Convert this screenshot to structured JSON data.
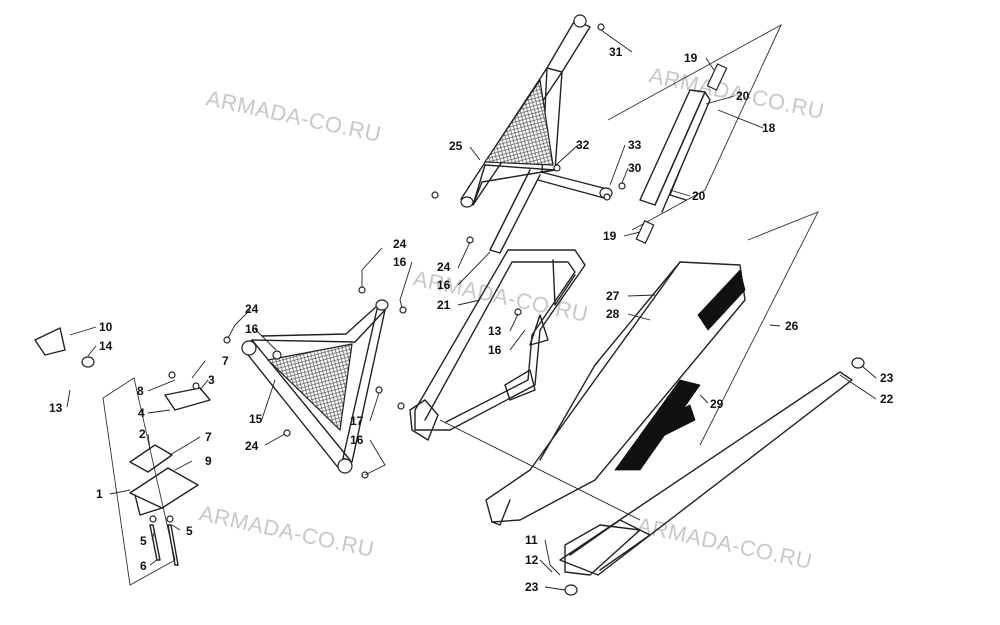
{
  "watermark": "ARMADA-CO.RU",
  "labels": [
    {
      "id": "1",
      "text": "1"
    },
    {
      "id": "2",
      "text": "2"
    },
    {
      "id": "3",
      "text": "3"
    },
    {
      "id": "4",
      "text": "4"
    },
    {
      "id": "5a",
      "text": "5"
    },
    {
      "id": "5b",
      "text": "5"
    },
    {
      "id": "6",
      "text": "6"
    },
    {
      "id": "7a",
      "text": "7"
    },
    {
      "id": "7b",
      "text": "7"
    },
    {
      "id": "8",
      "text": "8"
    },
    {
      "id": "9",
      "text": "9"
    },
    {
      "id": "10",
      "text": "10"
    },
    {
      "id": "11",
      "text": "11"
    },
    {
      "id": "12",
      "text": "12"
    },
    {
      "id": "13a",
      "text": "13"
    },
    {
      "id": "13b",
      "text": "13"
    },
    {
      "id": "14",
      "text": "14"
    },
    {
      "id": "15",
      "text": "15"
    },
    {
      "id": "16a",
      "text": "16"
    },
    {
      "id": "16b",
      "text": "16"
    },
    {
      "id": "16c",
      "text": "16"
    },
    {
      "id": "16d",
      "text": "16"
    },
    {
      "id": "16e",
      "text": "16"
    },
    {
      "id": "17",
      "text": "17"
    },
    {
      "id": "18",
      "text": "18"
    },
    {
      "id": "19a",
      "text": "19"
    },
    {
      "id": "19b",
      "text": "19"
    },
    {
      "id": "20a",
      "text": "20"
    },
    {
      "id": "20b",
      "text": "20"
    },
    {
      "id": "21",
      "text": "21"
    },
    {
      "id": "22",
      "text": "22"
    },
    {
      "id": "23a",
      "text": "23"
    },
    {
      "id": "23b",
      "text": "23"
    },
    {
      "id": "24a",
      "text": "24"
    },
    {
      "id": "24b",
      "text": "24"
    },
    {
      "id": "24c",
      "text": "24"
    },
    {
      "id": "24d",
      "text": "24"
    },
    {
      "id": "25",
      "text": "25"
    },
    {
      "id": "26",
      "text": "26"
    },
    {
      "id": "27",
      "text": "27"
    },
    {
      "id": "28",
      "text": "28"
    },
    {
      "id": "29",
      "text": "29"
    },
    {
      "id": "30",
      "text": "30"
    },
    {
      "id": "31",
      "text": "31"
    },
    {
      "id": "32",
      "text": "32"
    },
    {
      "id": "33",
      "text": "33"
    }
  ]
}
